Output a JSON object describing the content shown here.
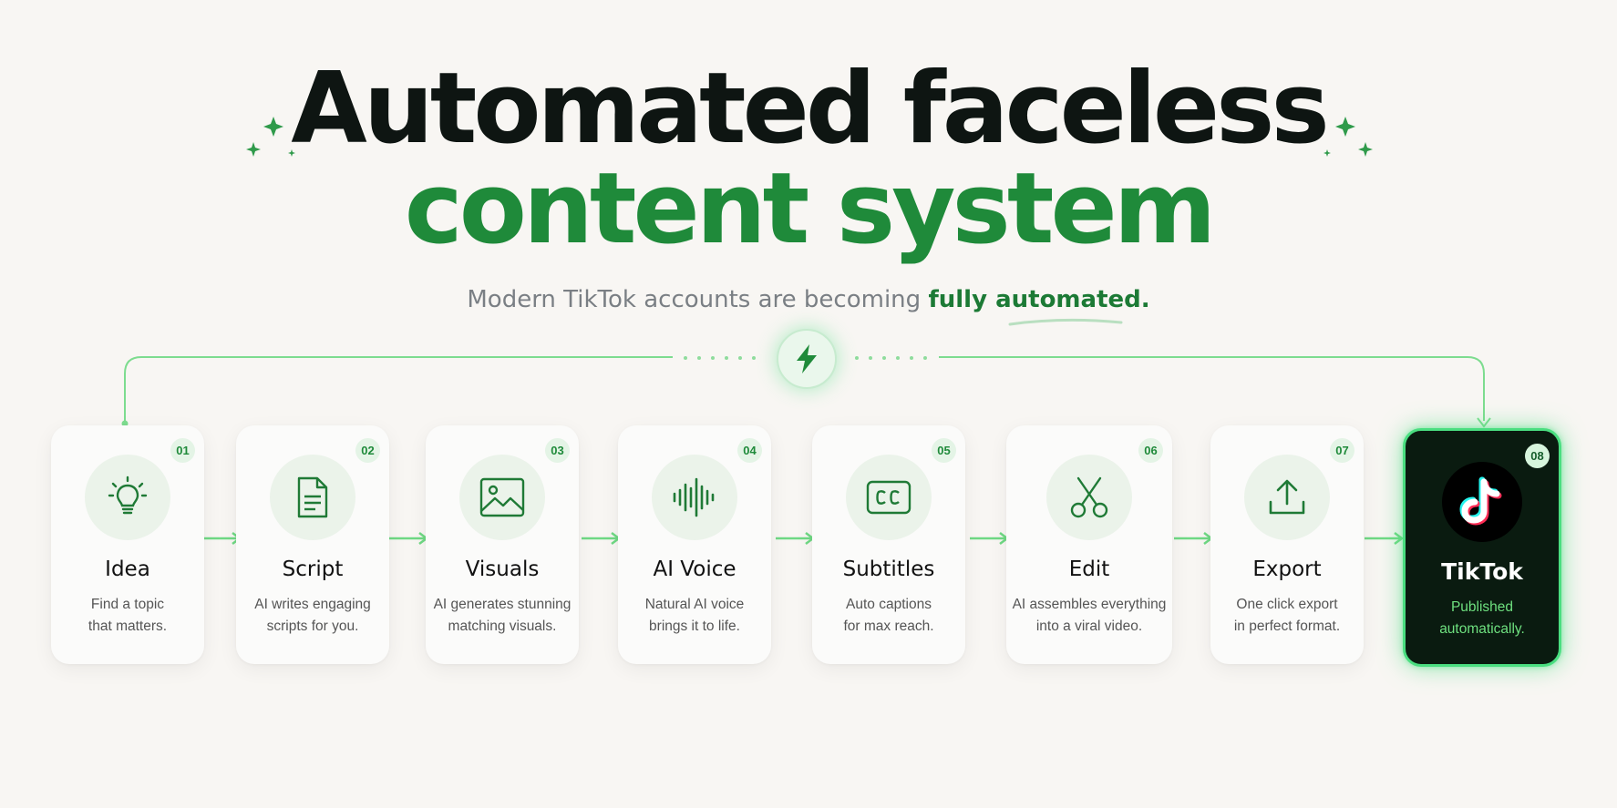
{
  "title": {
    "line1": "Automated faceless",
    "line2": "content system"
  },
  "subtitle": {
    "plain": "Modern TikTok accounts are becoming ",
    "highlight": "fully automated."
  },
  "colors": {
    "accent": "#1f8a3a",
    "accent_light": "#4ade80",
    "dark": "#0e1512"
  },
  "hub_icon": "lightning-icon",
  "steps": [
    {
      "num": "01",
      "title": "Idea",
      "desc1": "Find a topic",
      "desc2": "that matters.",
      "icon": "lightbulb-icon"
    },
    {
      "num": "02",
      "title": "Script",
      "desc1": "AI writes engaging",
      "desc2": "scripts for you.",
      "icon": "document-icon"
    },
    {
      "num": "03",
      "title": "Visuals",
      "desc1": "AI generates stunning",
      "desc2": "matching visuals.",
      "icon": "image-icon"
    },
    {
      "num": "04",
      "title": "AI Voice",
      "desc1": "Natural AI voice",
      "desc2": "brings it to life.",
      "icon": "waveform-icon"
    },
    {
      "num": "05",
      "title": "Subtitles",
      "desc1": "Auto captions",
      "desc2": "for max reach.",
      "icon": "cc-icon"
    },
    {
      "num": "06",
      "title": "Edit",
      "desc1": "AI assembles everything",
      "desc2": "into a viral video.",
      "icon": "scissors-icon"
    },
    {
      "num": "07",
      "title": "Export",
      "desc1": "One click export",
      "desc2": "in perfect format.",
      "icon": "upload-icon"
    },
    {
      "num": "08",
      "title": "TikTok",
      "desc1": "Published",
      "desc2": "automatically.",
      "icon": "tiktok-logo-icon"
    }
  ]
}
